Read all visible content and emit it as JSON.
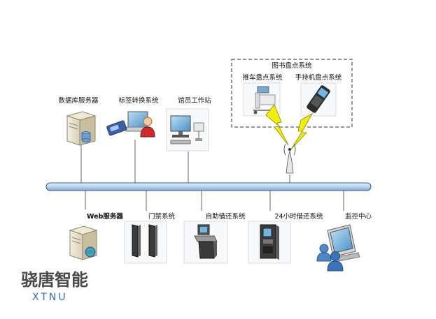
{
  "nodes": {
    "db_server": "数据库服务器",
    "tag_conversion": "标签转换系统",
    "librarian_station": "馆员工作站",
    "inventory_group": "图书盘点系统",
    "cart_inventory": "推车盘点系统",
    "handheld_inventory": "手持机盘点系统",
    "web_server": "Web服务器",
    "access_control": "门禁系统",
    "self_service": "自助借还系统",
    "hour24_service": "24小时借还系统",
    "monitoring_center": "监控中心"
  },
  "brand": {
    "name_cn": "骁唐智能",
    "name_en": "XTNU"
  },
  "colors": {
    "bus": "#b9d3ee",
    "lightning": "#f2ee0a",
    "brand_blue": "#2b6fc0"
  }
}
